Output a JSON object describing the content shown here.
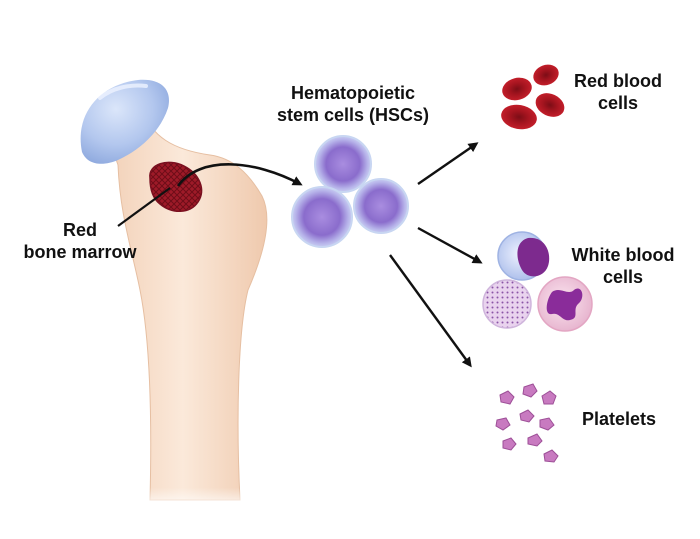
{
  "labels": {
    "marrow": [
      "Red",
      "bone marrow"
    ],
    "hsc": [
      "Hematopoietic",
      "stem cells (HSCs)"
    ],
    "rbc": [
      "Red blood",
      "cells"
    ],
    "wbc": [
      "White blood",
      "cells"
    ],
    "platelets": "Platelets"
  },
  "colors": {
    "bone": "#f6d9c2",
    "cartilage": "#b5c8ec",
    "marrow": "#a01c2a",
    "hsc_cell": "#8c6fcf",
    "rbc": "#b01621",
    "wbc_nucleus": "#8a2c9a",
    "platelet": "#c87ac0",
    "arrow": "#111111"
  }
}
